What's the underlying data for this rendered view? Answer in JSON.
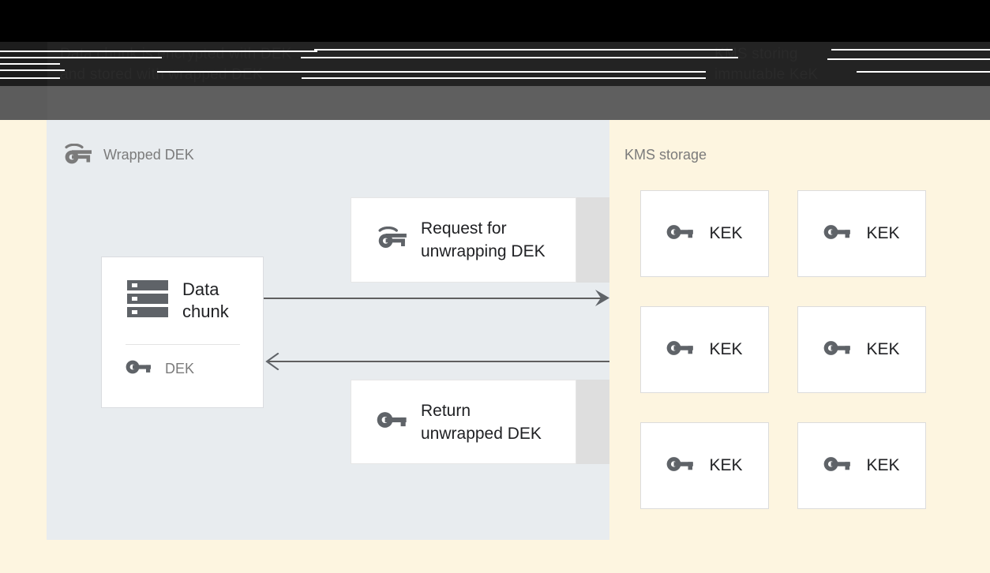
{
  "chrome": {
    "heading_left": "Data chunk is encrypted with DEK\nand stored with wrapped DEK",
    "heading_right": "KMS storing\nimmutable KeK"
  },
  "left_panel": {
    "title": "Wrapped DEK",
    "title_icon": "wrapped-key-icon",
    "data_chunk_card": {
      "icon": "server-storage-icon",
      "label": "Data\nchunk",
      "key_icon": "key-icon",
      "key_label": "DEK"
    },
    "messages": [
      {
        "icon": "wrapped-key-icon",
        "text": "Request for\nunwrapping DEK"
      },
      {
        "icon": "key-icon",
        "text": "Return\nunwrapped DEK"
      }
    ],
    "arrows": [
      {
        "name": "request-arrow",
        "direction": "right"
      },
      {
        "name": "return-arrow",
        "direction": "left"
      }
    ]
  },
  "right_panel": {
    "title": "KMS storage",
    "keks": [
      {
        "icon": "key-icon",
        "label": "KEK"
      },
      {
        "icon": "key-icon",
        "label": "KEK"
      },
      {
        "icon": "key-icon",
        "label": "KEK"
      },
      {
        "icon": "key-icon",
        "label": "KEK"
      },
      {
        "icon": "key-icon",
        "label": "KEK"
      },
      {
        "icon": "key-icon",
        "label": "KEK"
      }
    ]
  },
  "colors": {
    "panel_left_bg": "#e8ecef",
    "panel_right_bg": "#fdf5e0",
    "card_bg": "#ffffff",
    "shadow_gray": "#dedede",
    "icon_gray": "#5f6368",
    "muted_text": "#7b7b7b",
    "body_text": "#202124",
    "chrome_black": "#000000",
    "chrome_dark": "#232323",
    "chrome_mid": "#5f5f5f"
  }
}
